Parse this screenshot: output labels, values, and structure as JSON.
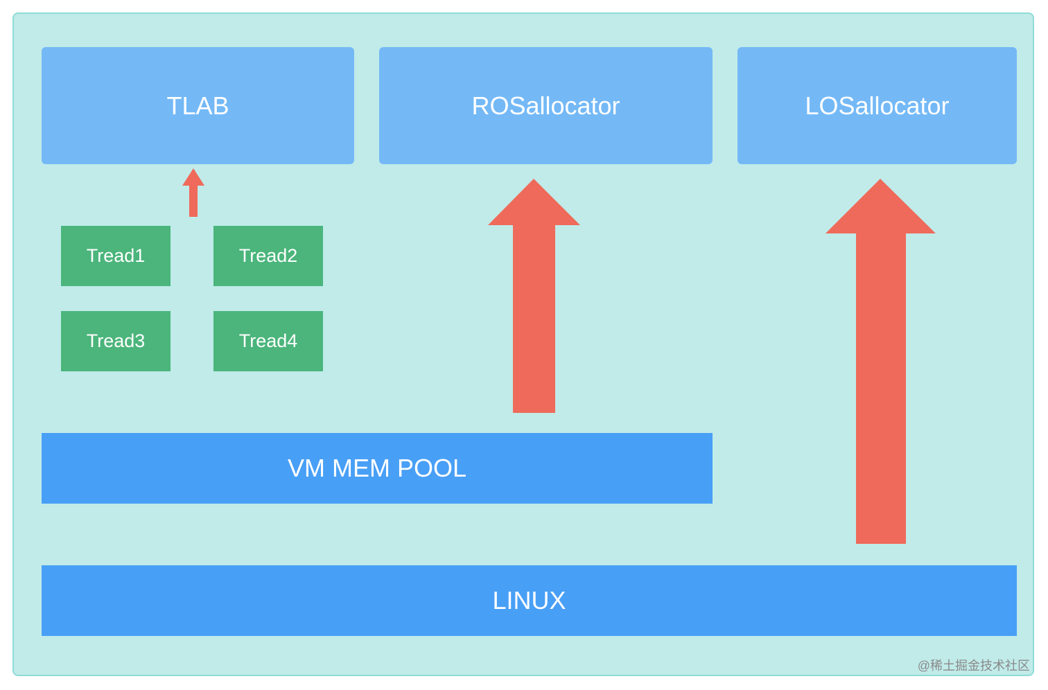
{
  "allocators": {
    "tlab": "TLAB",
    "rosalloc": "ROSallocator",
    "losalloc": "LOSallocator"
  },
  "threads": [
    "Tread1",
    "Tread2",
    "Tread3",
    "Tread4"
  ],
  "vm_pool": "VM MEM POOL",
  "linux": "LINUX",
  "watermark": "@稀土掘金技术社区",
  "colors": {
    "background": "#c0ebe9",
    "allocator_box": "#74b9f6",
    "thread_box": "#4bb57b",
    "layer_bar": "#489ff6",
    "arrow": "#ef6a5a"
  }
}
